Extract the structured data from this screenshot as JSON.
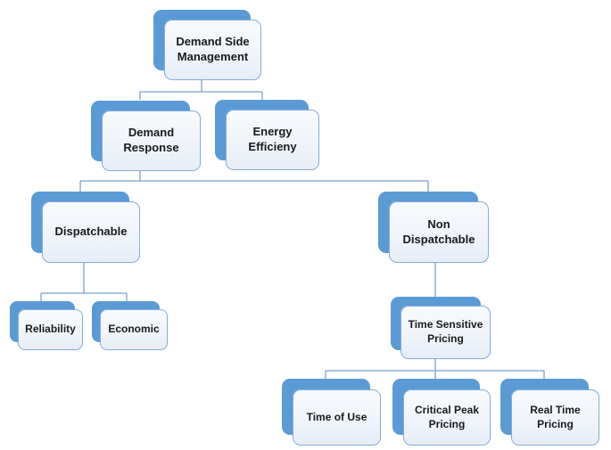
{
  "diagram": {
    "type": "hierarchy-tree",
    "nodes": [
      {
        "id": "dsm",
        "label": "Demand Side Management",
        "parent": null
      },
      {
        "id": "dr",
        "label": "Demand Response",
        "parent": "dsm"
      },
      {
        "id": "ee",
        "label": "Energy Efficieny",
        "parent": "dsm"
      },
      {
        "id": "disp",
        "label": "Dispatchable",
        "parent": "dr"
      },
      {
        "id": "ndisp",
        "label": "Non Dispatchable",
        "parent": "dr"
      },
      {
        "id": "rel",
        "label": "Reliability",
        "parent": "disp"
      },
      {
        "id": "eco",
        "label": "Economic",
        "parent": "disp"
      },
      {
        "id": "tsp",
        "label": "Time Sensitive Pricing",
        "parent": "ndisp"
      },
      {
        "id": "tou",
        "label": "Time of Use",
        "parent": "tsp"
      },
      {
        "id": "cpp",
        "label": "Critical Peak Pricing",
        "parent": "tsp"
      },
      {
        "id": "rtp",
        "label": "Real Time Pricing",
        "parent": "tsp"
      }
    ]
  },
  "colors": {
    "shadow_blue": "#5b9bd5",
    "box_border": "#85abd9",
    "box_fill_top": "#f8fafd",
    "box_fill_bottom": "#e8edf6",
    "connector": "#7d9fcb",
    "text": "#1a1a1a",
    "background": "#ffffff"
  }
}
